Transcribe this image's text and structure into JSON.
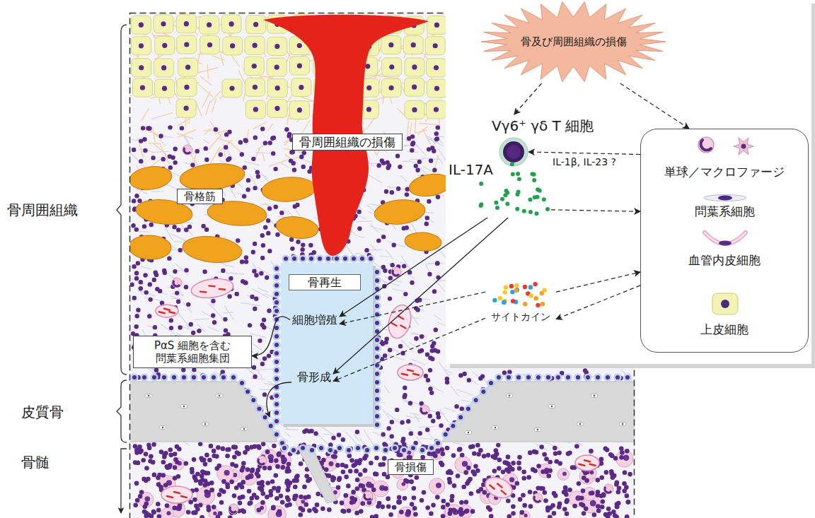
{
  "diagram": {
    "nodes": [
      {
        "text": [
          "骨及び周囲組織の損傷"
        ]
      },
      {
        "text": [
          "Vγ6⁺ γδ T 細胞"
        ]
      },
      {
        "text": [
          "IL-17A"
        ]
      },
      {
        "text": [
          "単球／マクロファージ",
          "問葉系細胞",
          "血管内皮細胞",
          "上皮細胞"
        ]
      },
      {
        "text": [
          "サイトカイン"
        ]
      },
      {
        "text": [
          "骨周囲組織の損傷"
        ]
      },
      {
        "text": [
          "骨格筋"
        ]
      },
      {
        "text": [
          "骨再生"
        ]
      },
      {
        "text": [
          "細胞増殖"
        ],
        "in": 7
      },
      {
        "text": [
          "骨形成"
        ],
        "in": 7
      },
      {
        "text": [
          "PαS 細胞を含む 問葉系細胞集団"
        ]
      },
      {
        "text": [
          "骨損傷"
        ]
      }
    ],
    "edges": [
      {
        "from": 0,
        "to": 1,
        "arrow": "to"
      },
      {
        "from": 0,
        "to": 3,
        "arrow": "to"
      },
      {
        "from": 3,
        "to": 1,
        "arrow": "to",
        "label": "IL-1β, IL-23 ?"
      },
      {
        "from": 2,
        "to": 3,
        "arrow": "to"
      },
      {
        "from": 2,
        "to": 8,
        "arrow": "to"
      },
      {
        "from": 2,
        "to": 9,
        "arrow": "to"
      },
      {
        "from": 4,
        "to": 3,
        "arrow": "to"
      },
      {
        "from": 3,
        "to": 4,
        "arrow": "to"
      },
      {
        "from": 4,
        "to": 8,
        "arrow": "to"
      },
      {
        "from": 4,
        "to": 9,
        "arrow": "to"
      },
      {
        "from": 8,
        "to": 10,
        "arrow": "to"
      }
    ],
    "labels": [
      "骨周囲組織",
      "皮質骨",
      "骨髄"
    ]
  }
}
